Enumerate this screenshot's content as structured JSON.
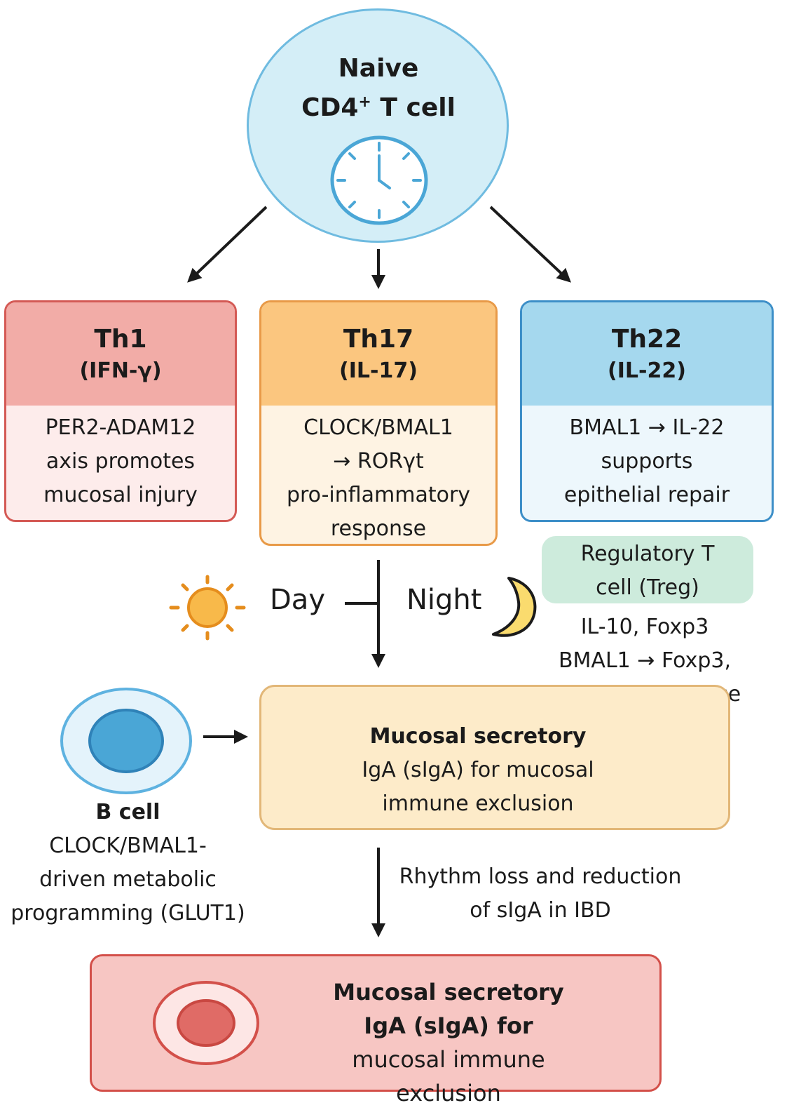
{
  "naive": {
    "line1": "Naive",
    "line2_main": "CD4",
    "line2_sup": "+",
    "line2_rest": " T cell"
  },
  "th1": {
    "name": "Th1",
    "cytokine": "(IFN-γ)",
    "lines": [
      "PER2-ADAM12",
      "axis promotes",
      "mucosal injury"
    ]
  },
  "th17": {
    "name": "Th17",
    "cytokine": "(IL-17)",
    "lines": [
      "CLOCK/BMAL1",
      "→ RORγt",
      "pro-inflammatory",
      "response"
    ]
  },
  "th22": {
    "name": "Th22",
    "cytokine": "(IL-22)",
    "lines": [
      "BMAL1 → IL-22",
      "supports",
      "epithelial repair"
    ]
  },
  "treg": {
    "label_lines": [
      "Regulatory T",
      "cell (Treg)"
    ],
    "text_lines": [
      "IL-10, Foxp3",
      "BMAL1 → Foxp3,",
      "immune tolerance"
    ]
  },
  "rhythm": {
    "day": "Day",
    "night": "Night"
  },
  "sIgA_box": {
    "title": "Mucosal secretory",
    "lines": [
      "IgA (sIgA) for mucosal",
      "immune exclusion"
    ]
  },
  "b_cell": {
    "title": "B cell",
    "lines": [
      "CLOCK/BMAL1-",
      "driven metabolic",
      "programming (GLUT1)"
    ]
  },
  "ibd": {
    "lines": [
      "Rhythm loss and reduction",
      "of sIgA in IBD"
    ]
  },
  "bottom": {
    "bold_lines": [
      "Mucosal secretory",
      "IgA (sIgA) for"
    ],
    "line3": "mucosal immune exclusion"
  },
  "colors": {
    "naive_fill": "#d4eef7",
    "th1": "#f2aca7",
    "th17": "#fbc67f",
    "th22": "#a5d8ee",
    "treg": "#cdebdc",
    "sIgA": "#fdebc9",
    "bottom": "#f7c6c3"
  }
}
